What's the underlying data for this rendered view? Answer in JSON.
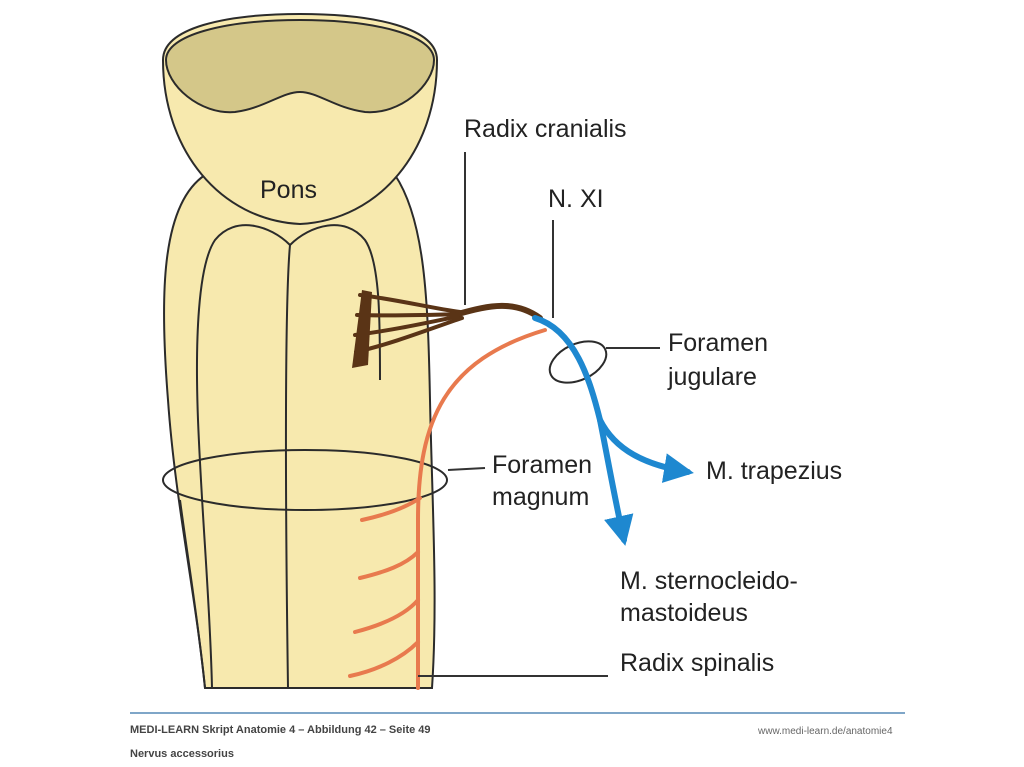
{
  "diagram": {
    "labels": {
      "pons": "Pons",
      "radix_cranialis": "Radix cranialis",
      "n_xi": "N. XI",
      "foramen_jugulare_1": "Foramen",
      "foramen_jugulare_2": "jugulare",
      "foramen_magnum_1": "Foramen",
      "foramen_magnum_2": "magnum",
      "m_trapezius": "M. trapezius",
      "m_sterno_1": "M. sternocleido-",
      "m_sterno_2": "mastoideus",
      "radix_spinalis": "Radix spinalis"
    },
    "colors": {
      "brainstem_fill": "#f7e9ae",
      "pons_cut_surface": "#d4c789",
      "outline": "#2b2b2b",
      "cranial_root": "#5a3416",
      "spinal_root": "#e87a4e",
      "nerve_xi": "#1e88d0",
      "leader_line": "#333333",
      "footer_rule": "#7fa6c8"
    }
  },
  "footer": {
    "line1": "MEDI-LEARN Skript Anatomie 4 – Abbildung 42 – Seite 49",
    "line2": "Nervus accessorius",
    "url": "www.medi-learn.de/anatomie4"
  }
}
